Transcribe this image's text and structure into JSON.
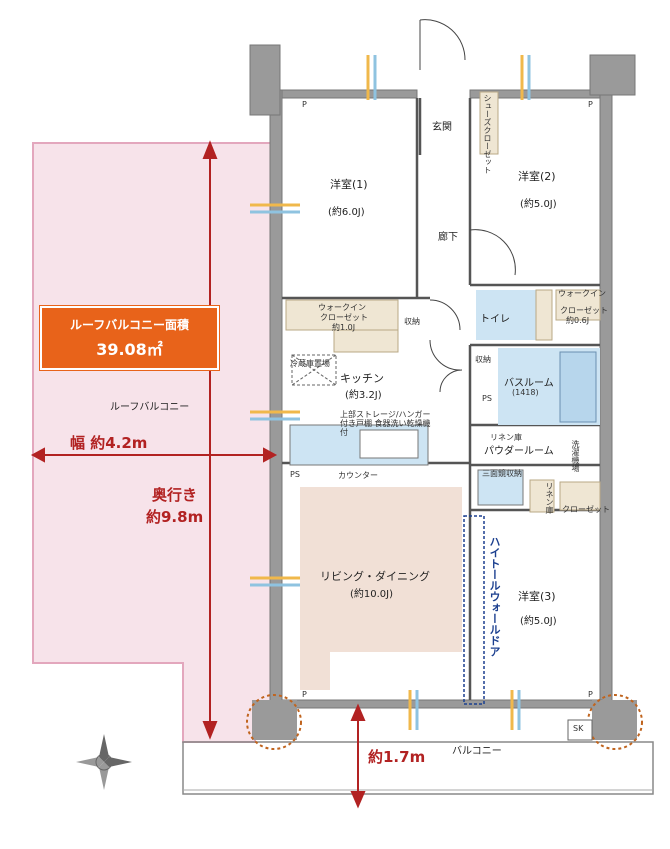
{
  "roof_balcony": {
    "badge_title": "ルーフバルコニー面積",
    "badge_area": "39.08㎡",
    "label": "ルーフバルコニー",
    "width_label": "幅 約4.2m",
    "depth_label_1": "奥行き",
    "depth_label_2": "約9.8m",
    "fill_color": "#f7e3ea",
    "border_color": "#e3a7bd"
  },
  "rooms": {
    "western1": {
      "name": "洋室(1)",
      "size": "(約6.0J)"
    },
    "western2": {
      "name": "洋室(2)",
      "size": "(約5.0J)"
    },
    "western3": {
      "name": "洋室(3)",
      "size": "(約5.0J)"
    },
    "kitchen": {
      "name": "キッチン",
      "size": "(約3.2J)"
    },
    "living": {
      "name": "リビング・ダイニング",
      "size": "(約10.0J)",
      "fill_color": "#f1e0d6"
    },
    "bathroom": {
      "name": "バスルーム",
      "size": "(1418)"
    },
    "toilet": "トイレ",
    "entrance": "玄関",
    "hallway": "廊下",
    "shoe_closet": "シューズクローゼット",
    "walkin1": {
      "line1": "ウォークイン",
      "line2": "クローゼット",
      "size": "約1.0J"
    },
    "walkin2": {
      "line1": "ウォークイン",
      "line2": "クローゼット",
      "size": "約0.6J"
    },
    "storage_short": "収納",
    "linen": "リネン庫",
    "linen_cabinet": "リネン庫",
    "powder_room": "パウダールーム",
    "closet": "クローゼット",
    "washing_machine": "洗濯機場",
    "fridge": "冷蔵庫置場",
    "counter": "カウンター",
    "ps": "PS",
    "p": "P",
    "sk": "SK",
    "dishwasher_note": "上部ストレージ/ハンガー付き戸棚 食器洗い乾燥機付",
    "three_mirror": "三面鏡収納",
    "high_door": "ハイトールウォールドア",
    "balcony": "バルコニー"
  },
  "dimensions": {
    "balcony_depth": "約1.7m"
  },
  "colors": {
    "wall": "#9a9a9a",
    "water_area": "#cde4f3",
    "storage": "#efe6d3",
    "accent_red": "#b22222",
    "door_blue": "#1b3f8f"
  }
}
